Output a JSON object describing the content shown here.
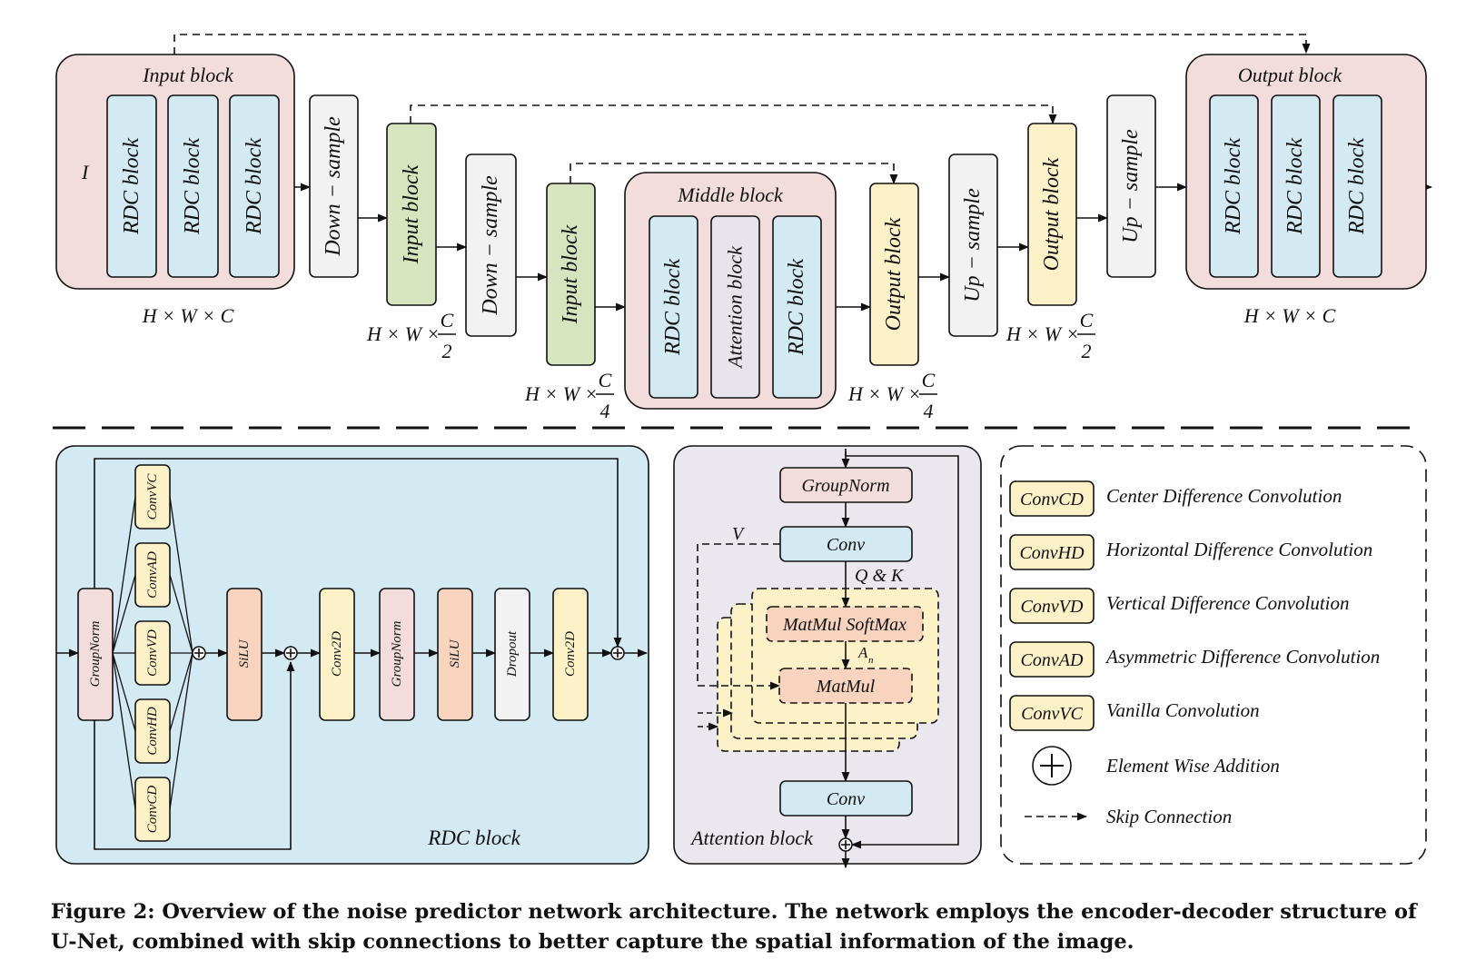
{
  "top": {
    "input_block": "Input block",
    "output_block": "Output block",
    "middle_block": "Middle block",
    "rdc_block": "RDC block",
    "attention_block": "Attention block",
    "down_sample": "Down − sample",
    "up_sample": "Up − sample",
    "input_symbol": "I",
    "dim_hwc": "H × W × C",
    "dim_prefix": "H × W ×",
    "frac_c": "C",
    "frac_2": "2",
    "frac_4": "4"
  },
  "rdc": {
    "title": "RDC block",
    "groupnorm": "GroupNorm",
    "branches": [
      "ConvVC",
      "ConvAD",
      "ConvVD",
      "ConvHD",
      "ConvCD"
    ],
    "silu": "SiLU",
    "conv2d": "Conv2D",
    "dropout": "Dropout"
  },
  "attn": {
    "title": "Attention block",
    "groupnorm": "GroupNorm",
    "conv": "Conv",
    "v": "V",
    "qk": "Q & K",
    "matmul_softmax": "MatMul SoftMax",
    "an": "A",
    "an_sub": "n",
    "matmul": "MatMul"
  },
  "legend": {
    "items": [
      {
        "abbr": "ConvCD",
        "text": "Center Difference Convolution"
      },
      {
        "abbr": "ConvHD",
        "text": "Horizontal Difference Convolution"
      },
      {
        "abbr": "ConvVD",
        "text": "Vertical Difference Convolution"
      },
      {
        "abbr": "ConvAD",
        "text": "Asymmetric Difference Convolution"
      },
      {
        "abbr": "ConvVC",
        "text": "Vanilla Convolution"
      }
    ],
    "addition": "Element Wise Addition",
    "skip": "Skip Connection"
  },
  "colors": {
    "pink_block": "#f2dcdc",
    "blue_block": "#d3eaf2",
    "grey_block": "#f2f2f2",
    "green_block": "#d6e5bf",
    "yellow_block": "#fdf1c7",
    "orange_block": "#f8d4bf",
    "lavender_block": "#e8e4ec",
    "rdc_panel": "#d3eaf2",
    "attn_panel": "#ebe7ee"
  },
  "caption": "Figure 2: Overview of the noise predictor network architecture. The network employs the encoder-decoder structure of U-Net, combined with skip connections to better capture the spatial information of the image."
}
